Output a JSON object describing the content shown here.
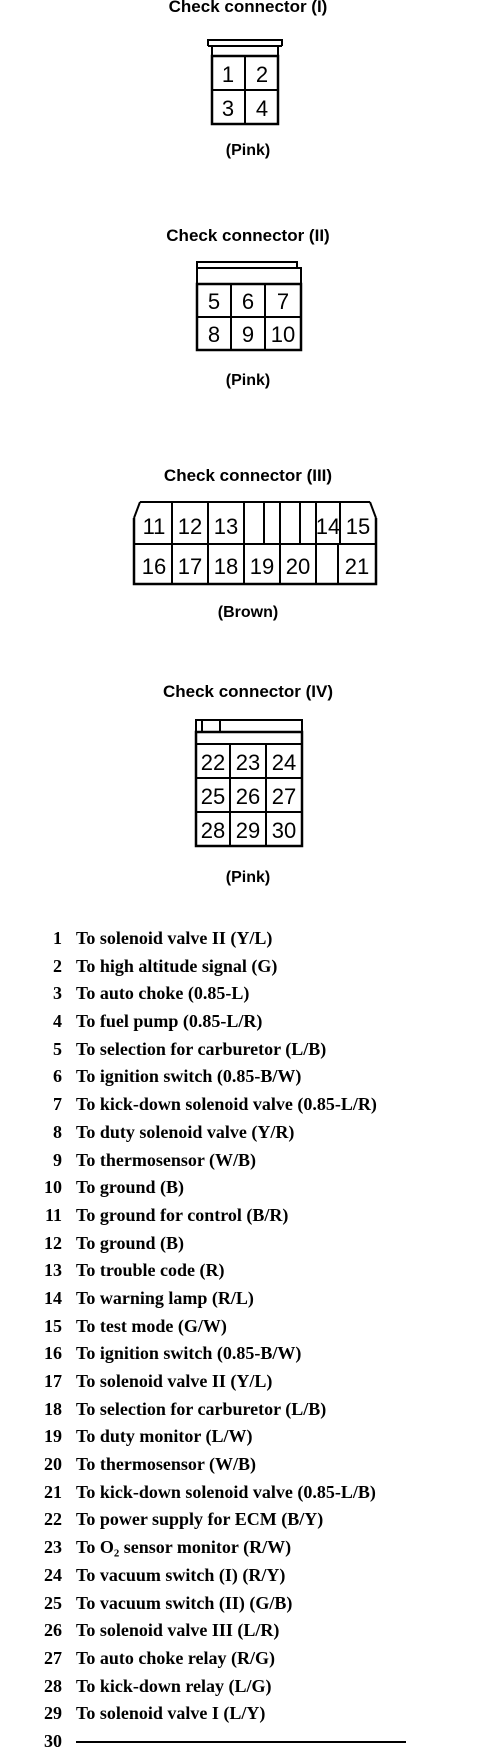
{
  "connectors": [
    {
      "title": "Check connector (I)",
      "color": "(Pink)",
      "pins": [
        "1",
        "2",
        "3",
        "4"
      ]
    },
    {
      "title": "Check connector (II)",
      "color": "(Pink)",
      "pins": [
        "5",
        "6",
        "7",
        "8",
        "9",
        "10"
      ]
    },
    {
      "title": "Check connector (III)",
      "color": "(Brown)",
      "pins": [
        "11",
        "12",
        "13",
        "14",
        "15",
        "16",
        "17",
        "18",
        "19",
        "20",
        "21"
      ]
    },
    {
      "title": "Check connector (IV)",
      "color": "(Pink)",
      "pins": [
        "22",
        "23",
        "24",
        "25",
        "26",
        "27",
        "28",
        "29",
        "30"
      ]
    }
  ],
  "pin_list": [
    {
      "num": "1",
      "desc": "To solenoid valve II (Y/L)"
    },
    {
      "num": "2",
      "desc": "To high altitude signal (G)"
    },
    {
      "num": "3",
      "desc": "To auto choke (0.85-L)"
    },
    {
      "num": "4",
      "desc": "To fuel pump (0.85-L/R)"
    },
    {
      "num": "5",
      "desc": "To selection for carburetor (L/B)"
    },
    {
      "num": "6",
      "desc": "To ignition switch (0.85-B/W)"
    },
    {
      "num": "7",
      "desc": "To kick-down solenoid valve (0.85-L/R)"
    },
    {
      "num": "8",
      "desc": "To duty solenoid valve (Y/R)"
    },
    {
      "num": "9",
      "desc": "To thermosensor (W/B)"
    },
    {
      "num": "10",
      "desc": "To ground (B)"
    },
    {
      "num": "11",
      "desc": "To ground for control (B/R)"
    },
    {
      "num": "12",
      "desc": "To ground (B)"
    },
    {
      "num": "13",
      "desc": "To trouble code (R)"
    },
    {
      "num": "14",
      "desc": "To warning lamp (R/L)"
    },
    {
      "num": "15",
      "desc": "To test mode (G/W)"
    },
    {
      "num": "16",
      "desc": "To ignition switch (0.85-B/W)"
    },
    {
      "num": "17",
      "desc": "To solenoid valve II (Y/L)"
    },
    {
      "num": "18",
      "desc": "To selection for carburetor (L/B)"
    },
    {
      "num": "19",
      "desc": "To duty monitor (L/W)"
    },
    {
      "num": "20",
      "desc": "To thermosensor (W/B)"
    },
    {
      "num": "21",
      "desc": "To kick-down solenoid valve (0.85-L/B)"
    },
    {
      "num": "22",
      "desc": "To power supply for ECM (B/Y)"
    },
    {
      "num": "23",
      "desc": "To O₂ sensor monitor (R/W)"
    },
    {
      "num": "24",
      "desc": "To vacuum switch (I)  (R/Y)"
    },
    {
      "num": "25",
      "desc": "To vacuum switch (II) (G/B)"
    },
    {
      "num": "26",
      "desc": "To solenoid valve III (L/R)"
    },
    {
      "num": "27",
      "desc": "To auto choke relay (R/G)"
    },
    {
      "num": "28",
      "desc": "To kick-down relay (L/G)"
    },
    {
      "num": "29",
      "desc": "To solenoid valve I (L/Y)"
    },
    {
      "num": "30",
      "desc": ""
    }
  ]
}
